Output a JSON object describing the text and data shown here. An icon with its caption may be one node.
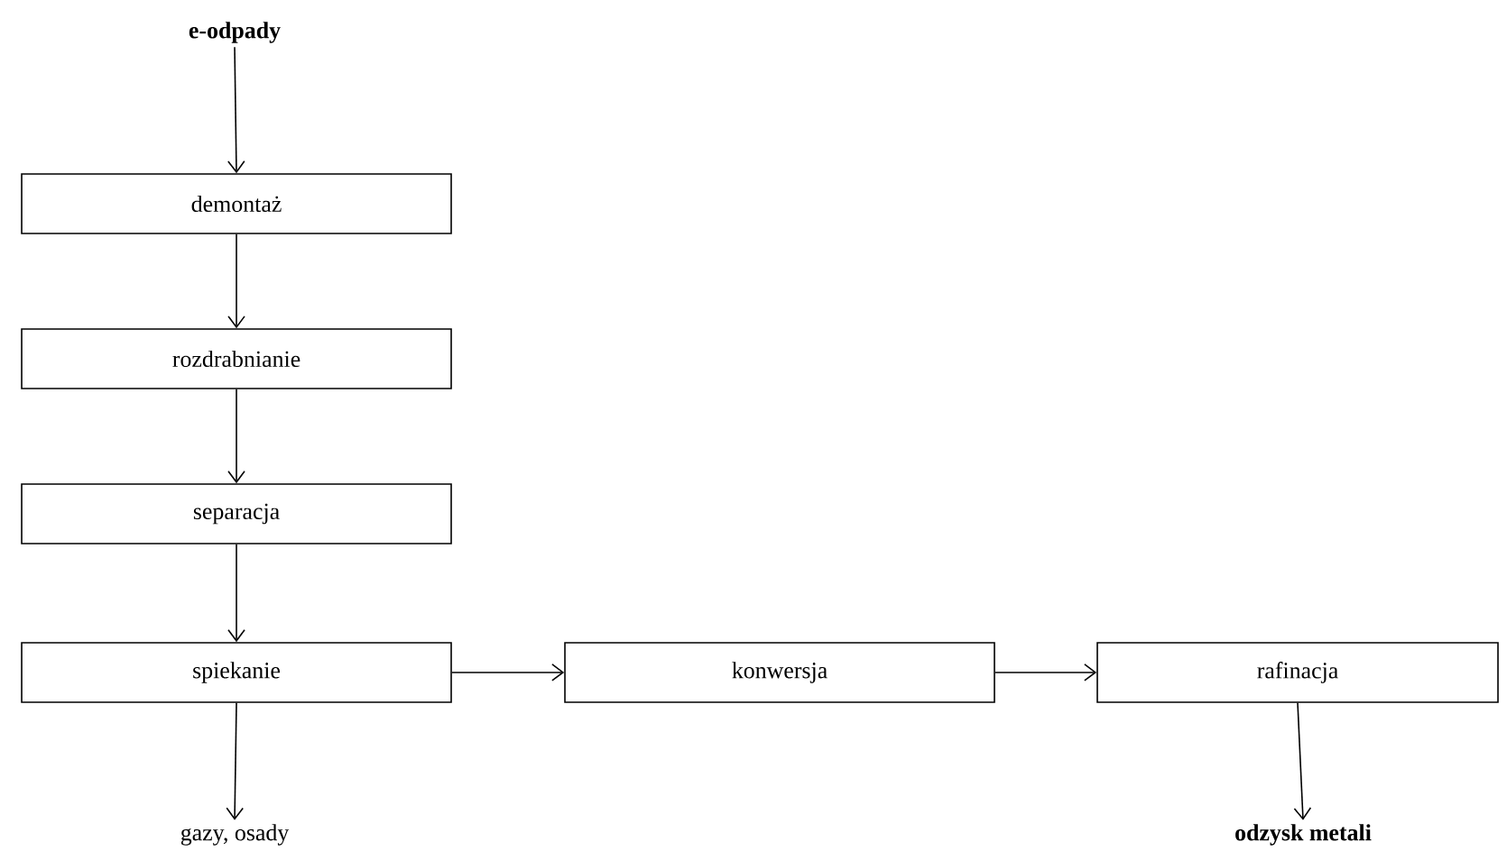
{
  "diagram": {
    "nodes": [
      {
        "text": [
          "**e-odpady**"
        ]
      },
      {
        "text": [
          "demontaż"
        ]
      },
      {
        "text": [
          "rozdrabnianie"
        ]
      },
      {
        "text": [
          "separacja"
        ]
      },
      {
        "text": [
          "spiekanie"
        ]
      },
      {
        "text": [
          "konwersja"
        ]
      },
      {
        "text": [
          "rafinacja"
        ]
      },
      {
        "text": [
          "gazy, osady"
        ]
      },
      {
        "text": [
          "**odzysk metali**"
        ]
      }
    ],
    "edges": [
      {
        "from": 0,
        "to": 1,
        "arrow": "to"
      },
      {
        "from": 1,
        "to": 2,
        "arrow": "to"
      },
      {
        "from": 2,
        "to": 3,
        "arrow": "to"
      },
      {
        "from": 3,
        "to": 4,
        "arrow": "to"
      },
      {
        "from": 4,
        "to": 5,
        "arrow": "to"
      },
      {
        "from": 5,
        "to": 6,
        "arrow": "to"
      },
      {
        "from": 4,
        "to": 7,
        "arrow": "to"
      },
      {
        "from": 6,
        "to": 8,
        "arrow": "to"
      }
    ]
  }
}
